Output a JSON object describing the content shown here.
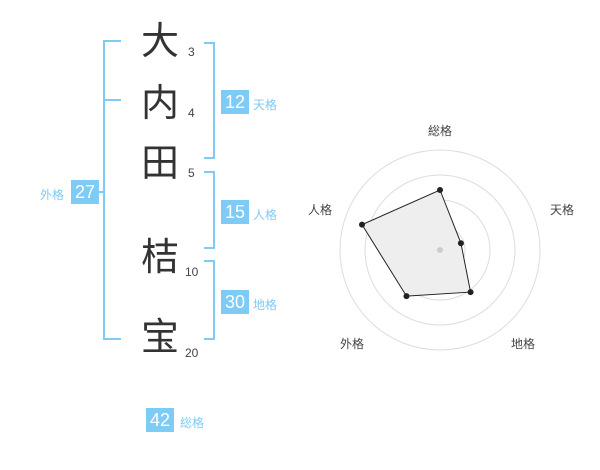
{
  "name": {
    "characters": [
      {
        "char": "大",
        "strokes": "3"
      },
      {
        "char": "内",
        "strokes": "4"
      },
      {
        "char": "田",
        "strokes": "5"
      },
      {
        "char": "桔",
        "strokes": "10"
      },
      {
        "char": "宝",
        "strokes": "20"
      }
    ]
  },
  "fortune": {
    "tenkaku": {
      "value": "12",
      "label": "天格"
    },
    "jinkaku": {
      "value": "15",
      "label": "人格"
    },
    "chikaku": {
      "value": "30",
      "label": "地格"
    },
    "gaikaku": {
      "value": "27",
      "label": "外格"
    },
    "soukaku": {
      "value": "42",
      "label": "総格"
    }
  },
  "colors": {
    "accent": "#7ecbf5",
    "text": "#333333"
  },
  "chart_data": {
    "type": "radar",
    "axes": [
      "総格",
      "天格",
      "地格",
      "外格",
      "人格"
    ],
    "values": [
      0.6,
      0.22,
      0.52,
      0.57,
      0.82
    ],
    "rings": 4
  }
}
